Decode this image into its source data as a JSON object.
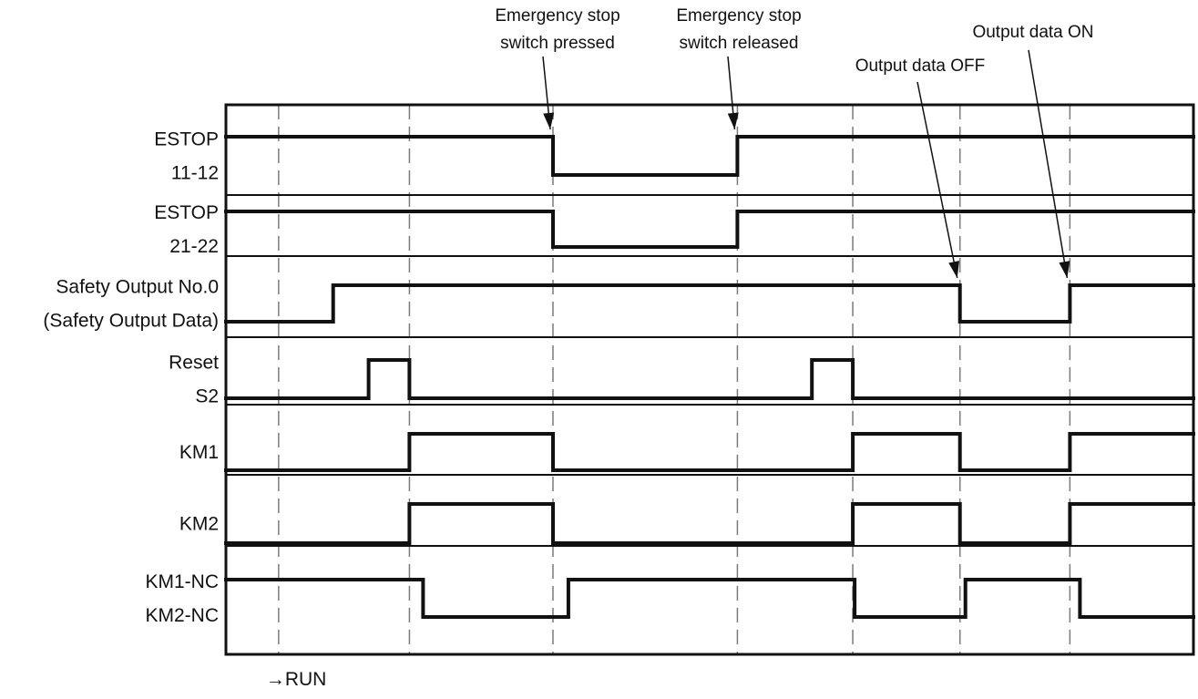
{
  "diagram": {
    "time_range": [
      0,
      1065
    ],
    "markers": [
      58,
      202,
      360,
      563,
      690,
      808,
      929
    ],
    "signals": [
      {
        "id": "estop-11-12",
        "label_lines": [
          "ESTOP",
          "11-12"
        ],
        "initial": 1,
        "transitions": [
          360,
          563
        ]
      },
      {
        "id": "estop-21-22",
        "label_lines": [
          "ESTOP",
          "21-22"
        ],
        "initial": 1,
        "transitions": [
          360,
          563
        ]
      },
      {
        "id": "safety-output-0",
        "label_lines": [
          "Safety Output No.0",
          "(Safety Output Data)"
        ],
        "initial": 0,
        "transitions": [
          118,
          808,
          929
        ]
      },
      {
        "id": "reset-s2",
        "label_lines": [
          "Reset",
          "S2"
        ],
        "initial": 0,
        "transitions": [
          157,
          202,
          645,
          690
        ]
      },
      {
        "id": "km1",
        "label_lines": [
          "KM1"
        ],
        "initial": 0,
        "transitions": [
          202,
          360,
          690,
          808,
          929
        ]
      },
      {
        "id": "km2",
        "label_lines": [
          "KM2"
        ],
        "initial": 0,
        "transitions": [
          202,
          360,
          690,
          808,
          929
        ]
      },
      {
        "id": "km1-km2-nc",
        "label_lines": [
          "KM1-NC",
          "KM2-NC"
        ],
        "initial": 1,
        "transitions": [
          217,
          377,
          692,
          814,
          940
        ]
      }
    ],
    "annotations": [
      {
        "id": "estop-pressed",
        "lines": [
          "Emergency stop",
          "switch pressed"
        ],
        "target_signal": 0,
        "target_time": 360
      },
      {
        "id": "estop-released",
        "lines": [
          "Emergency stop",
          "switch released"
        ],
        "target_signal": 0,
        "target_time": 563
      },
      {
        "id": "output-data-off",
        "lines": [
          "Output data OFF"
        ],
        "target_signal": 2,
        "target_time": 808
      },
      {
        "id": "output-data-on",
        "lines": [
          "Output data ON"
        ],
        "target_signal": 2,
        "target_time": 929
      }
    ],
    "footer": "→RUN"
  }
}
